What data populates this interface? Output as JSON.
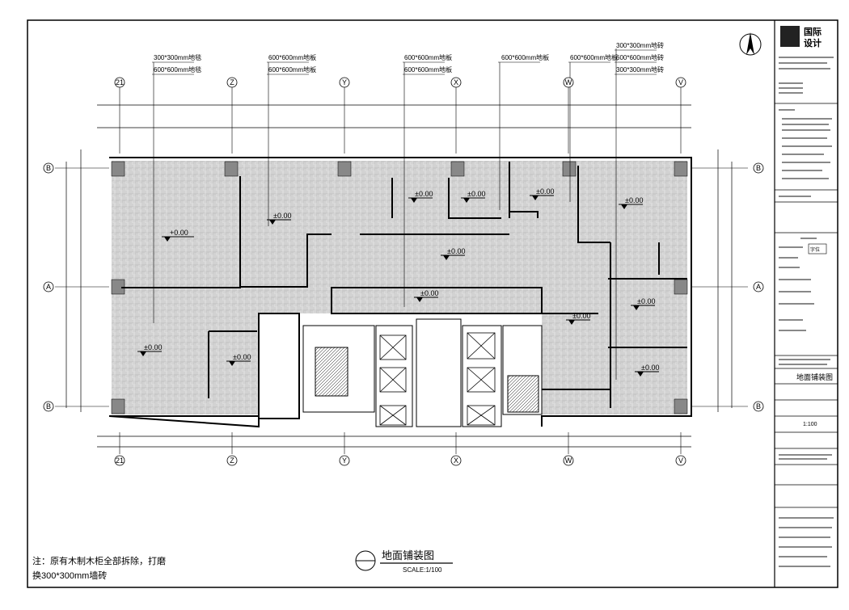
{
  "drawing": {
    "title": "地面铺装图",
    "scale": "SCALE:1/100",
    "note_line1": "注：原有木制木柜全部拆除，打磨",
    "note_line2": "换300*300mm墙砖"
  },
  "grid_axes": {
    "columns": [
      "21",
      "Z",
      "Y",
      "X",
      "W",
      "V"
    ],
    "rows": [
      "B",
      "A",
      "B"
    ]
  },
  "callouts": [
    {
      "line1": "300*300mm地毯",
      "line2": "600*600mm地毯"
    },
    {
      "line1": "600*600mm地板",
      "line2": "600*600mm地板"
    },
    {
      "line1": "600*600mm地板",
      "line2": "600*600mm地板"
    },
    {
      "line1": "600*600mm地板"
    },
    {
      "line1": "600*600mm地板"
    },
    {
      "line1": "300*300mm地砖",
      "line2": "600*600mm地砖",
      "line3": "300*300mm地砖"
    }
  ],
  "levels": [
    "+0.00",
    "±0.00",
    "±0.00",
    "±0.00",
    "±0.00",
    "±0.00",
    "±0.00",
    "±0.00",
    "±0.00",
    "±0.00",
    "±0.00",
    "±0.00",
    "±0.00"
  ],
  "title_block": {
    "company_line1": "国际",
    "company_line2": "设计",
    "drawing_name": "地面铺装图",
    "stamp_text": "字位",
    "scale_value": "1:100"
  }
}
